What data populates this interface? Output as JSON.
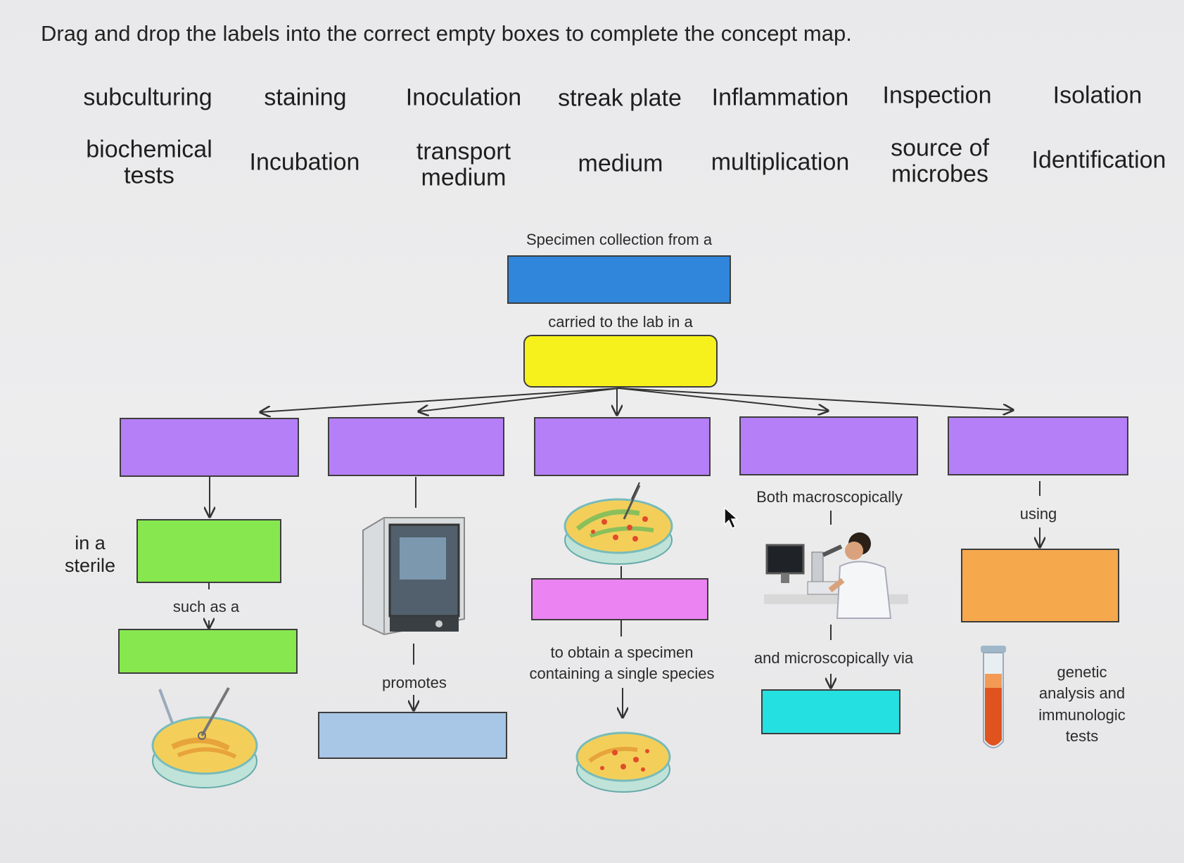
{
  "instruction": "Drag and drop the labels into the correct empty boxes to complete the concept map.",
  "labels": [
    {
      "text": "subculturing"
    },
    {
      "text": "staining"
    },
    {
      "text": "Inoculation"
    },
    {
      "text": "streak plate"
    },
    {
      "text": "Inflammation"
    },
    {
      "text": "Inspection"
    },
    {
      "text": "Isolation"
    },
    {
      "text": "biochemical\ntests"
    },
    {
      "text": "Incubation"
    },
    {
      "text": "transport\nmedium"
    },
    {
      "text": "medium"
    },
    {
      "text": "multiplication"
    },
    {
      "text": "source of\nmicrobes"
    },
    {
      "text": "Identification"
    }
  ],
  "map": {
    "specimen_caption": "Specimen collection from a",
    "carried_caption": "carried to the lab in a",
    "sterile_caption": "in a\nsterile",
    "such_as_caption": "such as a",
    "promotes_caption": "promotes",
    "single_species_caption": "to obtain a specimen\ncontaining a single species",
    "macro_caption": "Both macroscopically",
    "micro_caption": "and microscopically via",
    "using_caption": "using",
    "genetic_caption": "genetic\nanalysis and\nimmunologic\ntests"
  },
  "colors": {
    "blue_box": "#2f86db",
    "yellow_box": "#f6f11c",
    "purple_box": "#b57ff7",
    "green_box": "#86e84e",
    "magenta_box": "#ec83f2",
    "lightblue_box": "#a8c6e6",
    "cyan_box": "#25e0e0",
    "orange_box": "#f5a84c"
  },
  "icons": [
    "petri-dish-icon",
    "incubator-icon",
    "microscope-scientist-icon",
    "test-tube-icon",
    "mouse-pointer-icon"
  ]
}
